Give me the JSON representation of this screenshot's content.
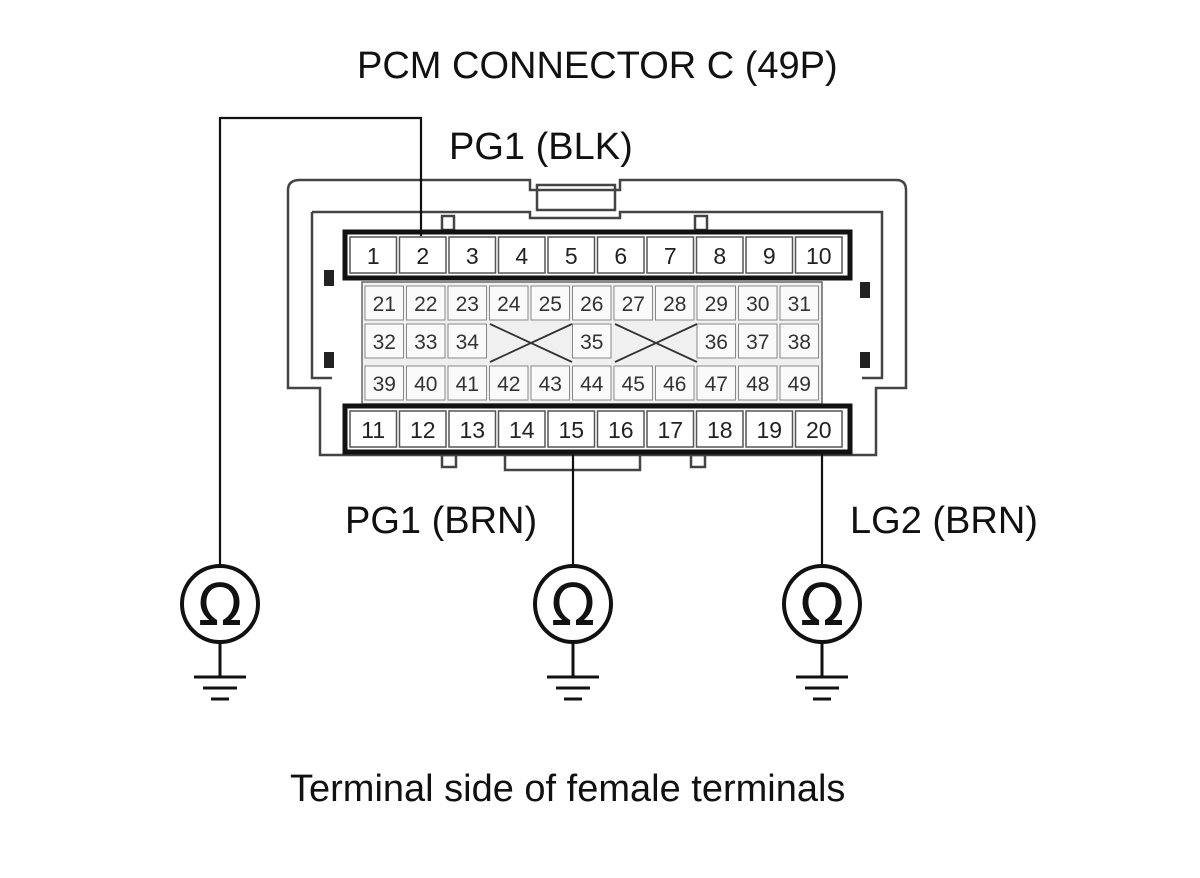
{
  "title": "PCM CONNECTOR C (49P)",
  "footer": "Terminal side of female terminals",
  "labels": {
    "pg1_blk": "PG1 (BLK)",
    "pg1_brn": "PG1 (BRN)",
    "lg2_brn": "LG2 (BRN)"
  },
  "meter_symbol": "Ω",
  "connector": {
    "top_row": [
      "1",
      "2",
      "3",
      "4",
      "5",
      "6",
      "7",
      "8",
      "9",
      "10"
    ],
    "row_a": [
      "21",
      "22",
      "23",
      "24",
      "25",
      "26",
      "27",
      "28",
      "29",
      "30",
      "31"
    ],
    "row_b": [
      "32",
      "33",
      "34",
      "",
      "",
      "35",
      "",
      "",
      "36",
      "37",
      "38"
    ],
    "row_c": [
      "39",
      "40",
      "41",
      "42",
      "43",
      "44",
      "45",
      "46",
      "47",
      "48",
      "49"
    ],
    "bottom_row": [
      "11",
      "12",
      "13",
      "14",
      "15",
      "16",
      "17",
      "18",
      "19",
      "20"
    ]
  },
  "probes": [
    {
      "label": "PG1 (BLK)",
      "terminal": "2"
    },
    {
      "label": "PG1 (BRN)",
      "terminal": "15"
    },
    {
      "label": "LG2 (BRN)",
      "terminal": "20"
    }
  ]
}
